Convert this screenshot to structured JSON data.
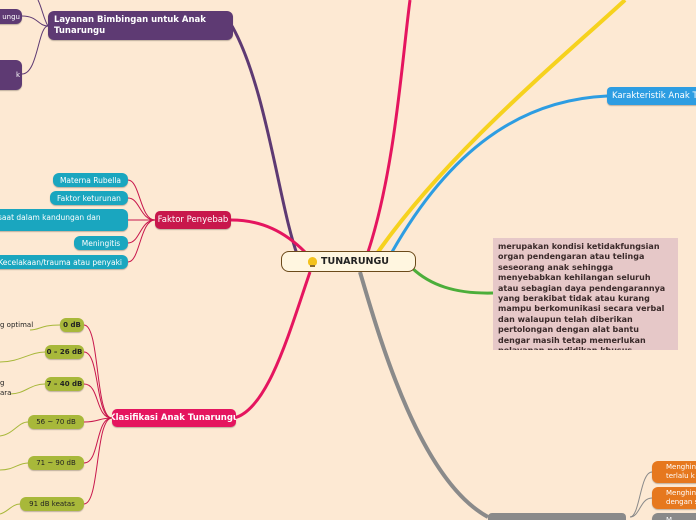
{
  "central": {
    "title": "TUNARUNGU",
    "icon": "lightbulb-icon"
  },
  "definition": "merupakan kondisi ketidakfungsian organ pendengaran atau telinga seseorang anak sehingga menyebabkan kehilangan seluruh atau sebagian daya pendengarannya yang berakibat tidak atau kurang mampu berkomunikasi secara verbal dan walaupun telah diberikan pertolongan dengan alat bantu dengar masih tetap memerlukan pelayanan pendidikan khusus.",
  "branches": {
    "layanan": {
      "label": "Layanan Bimbingan untuk Anak Tunarungu",
      "children": [
        "ungu",
        "k"
      ]
    },
    "karakteristik": {
      "label": "Karakteristik Anak Tu"
    },
    "faktor": {
      "label": "Faktor Penyebab",
      "children": [
        "Materna Rubella",
        "Faktor keturunan",
        "saat dalam kandungan dan",
        "Meningitis",
        "Kecelakaan/trauma atau penyaki"
      ]
    },
    "klasifikasi": {
      "label": "Klasifikasi Anak Tunarungu",
      "children": [
        "0 dB",
        "0 – 26 dB",
        "7 – 40 dB",
        "56 ~ 70 dB",
        "71 ~ 90 dB",
        "91 dB keatas"
      ],
      "notes": [
        "g optimal",
        "g",
        "ara"
      ]
    },
    "bottom": {
      "children": [
        "Menghin terlalu k",
        "Menghin dengan s",
        "M"
      ]
    }
  },
  "colors": {
    "background": "#fde9d3",
    "purple": "#5e3a73",
    "pink": "#e5155f",
    "crimson": "#c8174c",
    "teal": "#1aa6bf",
    "olive": "#a8b83a",
    "blue": "#2d9de2",
    "yellow": "#f6d21e",
    "green": "#4cae3a",
    "gray": "#8a8a8a",
    "orange": "#e6781e",
    "definition_bg": "#e6c8c8"
  }
}
